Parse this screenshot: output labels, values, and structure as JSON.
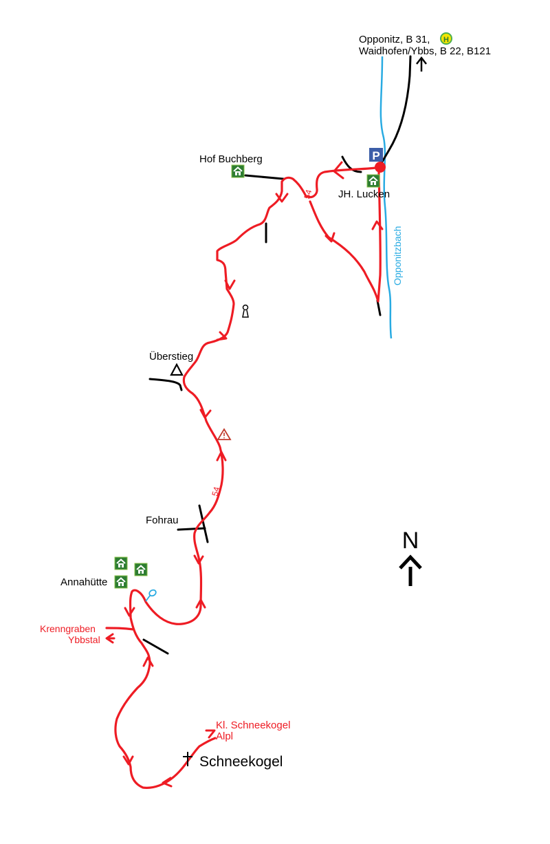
{
  "map": {
    "labels": {
      "destination_line1": "Opponitz, B 31,",
      "destination_line2": "Waidhofen/Ybbs, B 22, B121",
      "hof_buchberg": "Hof Buchberg",
      "jh_lucken": "JH. Lucken",
      "stream": "Opponitzbach",
      "uberstieg": "Überstieg",
      "fohrau": "Fohrau",
      "annahutte": "Annahütte",
      "krenngraben_line1": "Krenngraben",
      "krenngraben_line2": "Ybbstal",
      "kl_schneekogel_line1": "Kl. Schneekogel",
      "kl_schneekogel_line2": "Alpl",
      "summit": "Schneekogel",
      "route_number_upper": "54",
      "route_number_lower": "54",
      "north": "N",
      "parking_symbol": "P",
      "bus_symbol": "H"
    },
    "colors": {
      "route": "#ee1c24",
      "road": "#000000",
      "stream": "#29abe2",
      "hut": "#2e7d32",
      "parking": "#3c5ea8",
      "bus_fill": "#f4e500",
      "bus_ring": "#4caf50",
      "warning": "#c0392b"
    },
    "icons": [
      "hut-icon",
      "parking-icon",
      "bus-stop-icon",
      "start-point-icon",
      "summit-cross-icon",
      "north-arrow-icon",
      "keyhole-icon",
      "triangle-viewpoint-icon",
      "warning-icon",
      "spring-icon"
    ]
  }
}
